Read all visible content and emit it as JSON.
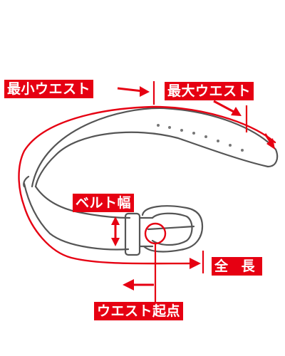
{
  "labels": {
    "min_waist": "最小ウエスト",
    "max_waist": "最大ウエスト",
    "belt_width": "ベルト幅",
    "total_length": "全 長",
    "waist_start": "ウエスト起点"
  },
  "colors": {
    "accent": "#e60012",
    "outline": "#555555",
    "belt_fill": "#ffffff"
  }
}
